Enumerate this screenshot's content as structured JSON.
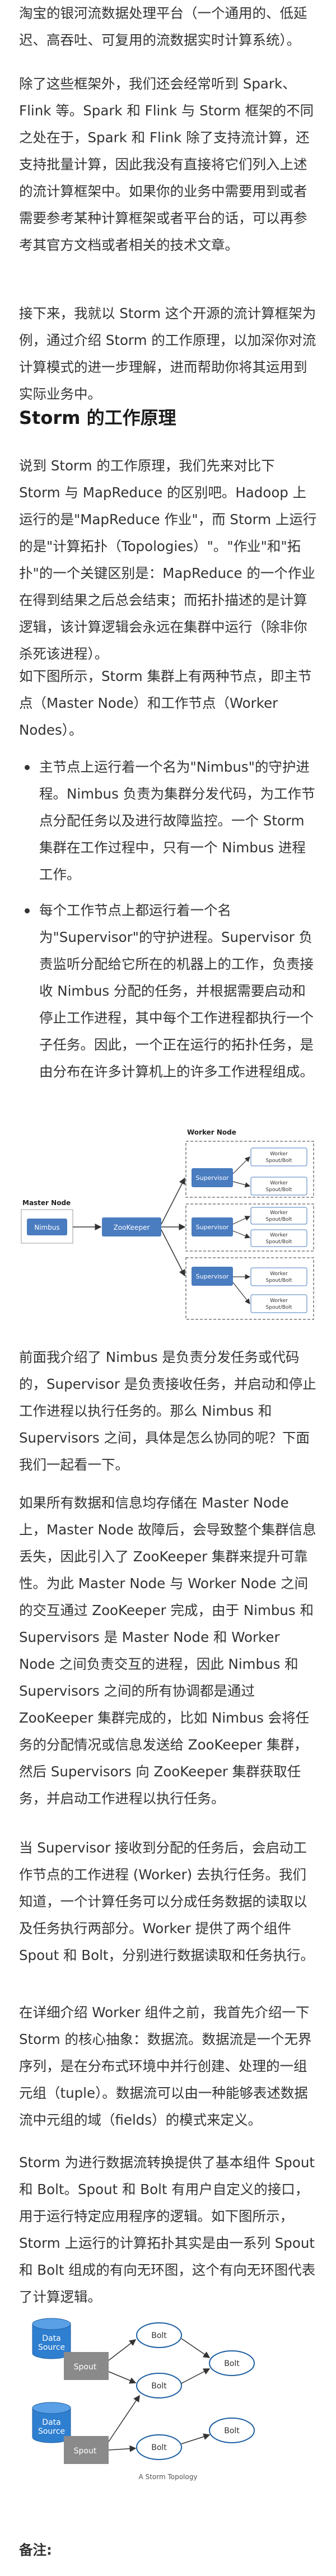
{
  "paragraphs": {
    "p0": "淘宝的银河流数据处理平台（一个通用的、低延迟、高吞吐、可复用的流数据实时计算系统）。",
    "p1": "除了这些框架外，我们还会经常听到 Spark、Flink 等。Spark 和 Flink 与 Storm 框架的不同之处在于，Spark 和 Flink 除了支持流计算，还支持批量计算，因此我没有直接将它们列入上述的流计算框架中。如果你的业务中需要用到或者需要参考某种计算框架或者平台的话，可以再参考其官方文档或者相关的技术文章。",
    "p2": "接下来，我就以 Storm 这个开源的流计算框架为例，通过介绍 Storm 的工作原理，以加深你对流计算模式的进一步理解，进而帮助你将其运用到实际业务中。",
    "p3": "说到 Storm 的工作原理，我们先来对比下 Storm 与 MapReduce 的区别吧。Hadoop 上运行的是\"MapReduce 作业\"，而 Storm 上运行的是\"计算拓扑（Topologies）\"。\"作业\"和\"拓扑\"的一个关键区别是：MapReduce 的一个作业在得到结果之后总会结束；而拓扑描述的是计算逻辑，该计算逻辑会永远在集群中运行（除非你杀死该进程）。",
    "p4": "如下图所示，Storm 集群上有两种节点，即主节点（Master Node）和工作节点（Worker Nodes）。",
    "p5": "前面我介绍了 Nimbus 是负责分发任务或代码的，Supervisor 是负责接收任务，并启动和停止工作进程以执行任务的。那么 Nimbus 和 Supervisors 之间，具体是怎么协同的呢？下面我们一起看一下。",
    "p6": "如果所有数据和信息均存储在 Master Node 上，Master Node 故障后，会导致整个集群信息丢失，因此引入了 ZooKeeper 集群来提升可靠性。为此 Master Node 与 Worker Node 之间的交互通过 ZooKeeper 完成，由于 Nimbus 和 Supervisors 是 Master Node 和 Worker Node 之间负责交互的进程，因此 Nimbus 和 Supervisors 之间的所有协调都是通过 ZooKeeper 集群完成的，比如 Nimbus 会将任务的分配情况或信息发送给 ZooKeeper 集群，然后 Supervisors 向 ZooKeeper 集群获取任务，并启动工作进程以执行任务。",
    "p7": "当 Supervisor 接收到分配的任务后，会启动工作节点的工作进程 (Worker) 去执行任务。我们知道，一个计算任务可以分成任务数据的读取以及任务执行两部分。Worker 提供了两个组件 Spout 和 Bolt，分别进行数据读取和任务执行。",
    "p8": "在详细介绍 Worker 组件之前，我首先介绍一下 Storm 的核心抽象：数据流。数据流是一个无界序列，是在分布式环境中并行创建、处理的一组元组（tuple）。数据流可以由一种能够表述数据流中元组的域（fields）的模式来定义。",
    "p9": "Storm 为进行数据流转换提供了基本组件 Spout 和 Bolt。Spout 和 Bolt 有用户自定义的接口，用于运行特定应用程序的逻辑。如下图所示，Storm 上运行的计算拓扑其实是由一系列 Spout 和 Bolt 组成的有向无环图，这个有向无环图代表了计算逻辑。"
  },
  "heading1": "Storm 的工作原理",
  "bullets": [
    "主节点上运行着一个名为\"Nimbus\"的守护进程。Nimbus 负责为集群分发代码，为工作节点分配任务以及进行故障监控。一个 Storm 集群在工作过程中，只有一个 Nimbus 进程工作。",
    "每个工作节点上都运行着一个名为\"Supervisor\"的守护进程。Supervisor 负责监听分配给它所在的机器上的工作，负责接收 Nimbus 分配的任务，并根据需要启动和停止工作进程，其中每个工作进程都执行一个子任务。因此，一个正在运行的拓扑任务，是由分布在许多计算机上的许多工作进程组成。"
  ],
  "arch": {
    "master_label": "Master Node",
    "worker_label": "Worker Node",
    "nimbus": "Nimbus",
    "zookeeper": "ZooKeeper",
    "supervisor": "Supervisor",
    "worker_proc": "Worker\nSpout/Bolt"
  },
  "topo": {
    "data_source": "Data\nSource",
    "spout": "Spout",
    "bolt": "Bolt",
    "caption": "A Storm Topology"
  },
  "note_label": "备注:"
}
